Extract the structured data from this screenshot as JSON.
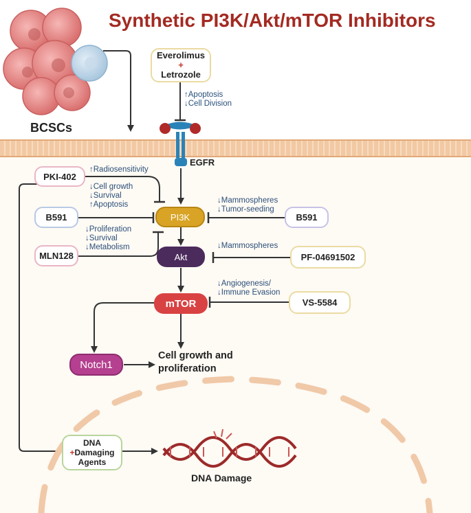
{
  "title": "Synthetic PI3K/Akt/mTOR Inhibitors",
  "cells_label": "BCSCs",
  "receptor_label": "EGFR",
  "drugs": {
    "everolimus": "Everolimus",
    "plus": "+",
    "letrozole": "Letrozole",
    "pki402": "PKI-402",
    "b591_left": "B591",
    "mln128": "MLN128",
    "b591_right": "B591",
    "pf04691502": "PF-04691502",
    "vs5584": "VS-5584",
    "dna_agents_line1": "DNA",
    "dna_agents_line2": "Damaging",
    "dna_agents_line3": "Agents"
  },
  "nodes": {
    "pi3k": "PI3K",
    "akt": "Akt",
    "mtor": "mTOR",
    "notch1": "Notch1"
  },
  "effects": {
    "everolimus": [
      "↑Apoptosis",
      "↓Cell Division"
    ],
    "pki402": [
      "↑Radiosensitivity"
    ],
    "b591_left": [
      "↓Cell growth",
      "↓Survival",
      "↑Apoptosis"
    ],
    "mln128": [
      "↓Proliferation",
      "↓Survival",
      "↓Metabolism"
    ],
    "b591_right": [
      "↓Mammospheres",
      "↓Tumor-seeding"
    ],
    "pf04691502": [
      "↓Mammospheres"
    ],
    "vs5584": [
      "↓Angiogenesis/",
      "↓Immune Evasion"
    ]
  },
  "outcomes": {
    "cell_growth_line1": "Cell growth and",
    "cell_growth_line2": "proliferation",
    "dna_damage": "DNA Damage"
  },
  "colors": {
    "title": "#a32a22",
    "pi3k": "#d9a426",
    "akt": "#4b2a5c",
    "mtor": "#d94242",
    "notch1": "#b4408f",
    "effect_text": "#2a4f7a",
    "dna_strand": "#9c2a2a"
  }
}
